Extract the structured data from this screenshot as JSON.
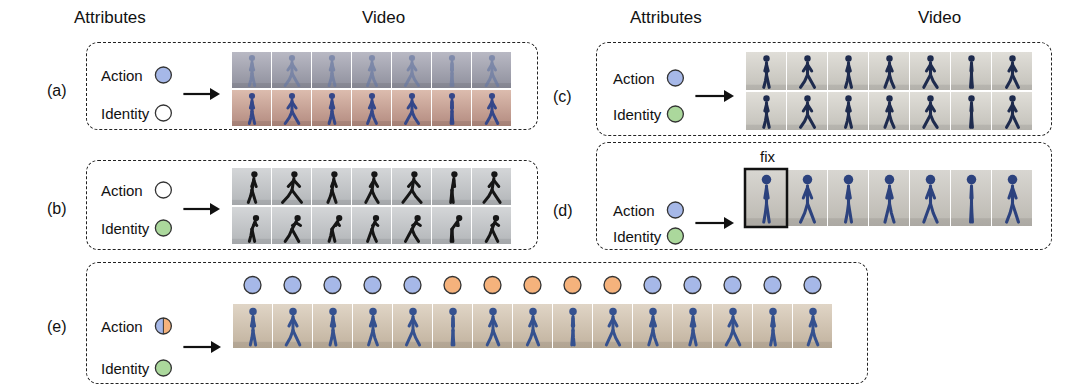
{
  "diagram": {
    "nodes": [
      {
        "text": [
          "(a)",
          "Action",
          "Identity"
        ]
      },
      {
        "text": [
          "(b)",
          "Action",
          "Identity"
        ]
      },
      {
        "text": [
          "(c)",
          "Action",
          "Identity"
        ]
      },
      {
        "text": [
          "(d)",
          "Action",
          "Identity"
        ]
      },
      {
        "text": [
          "(e)",
          "Action",
          "Identity"
        ]
      }
    ],
    "labels": [
      "Attributes",
      "Video",
      "Attributes",
      "Video",
      "fix"
    ]
  }
}
